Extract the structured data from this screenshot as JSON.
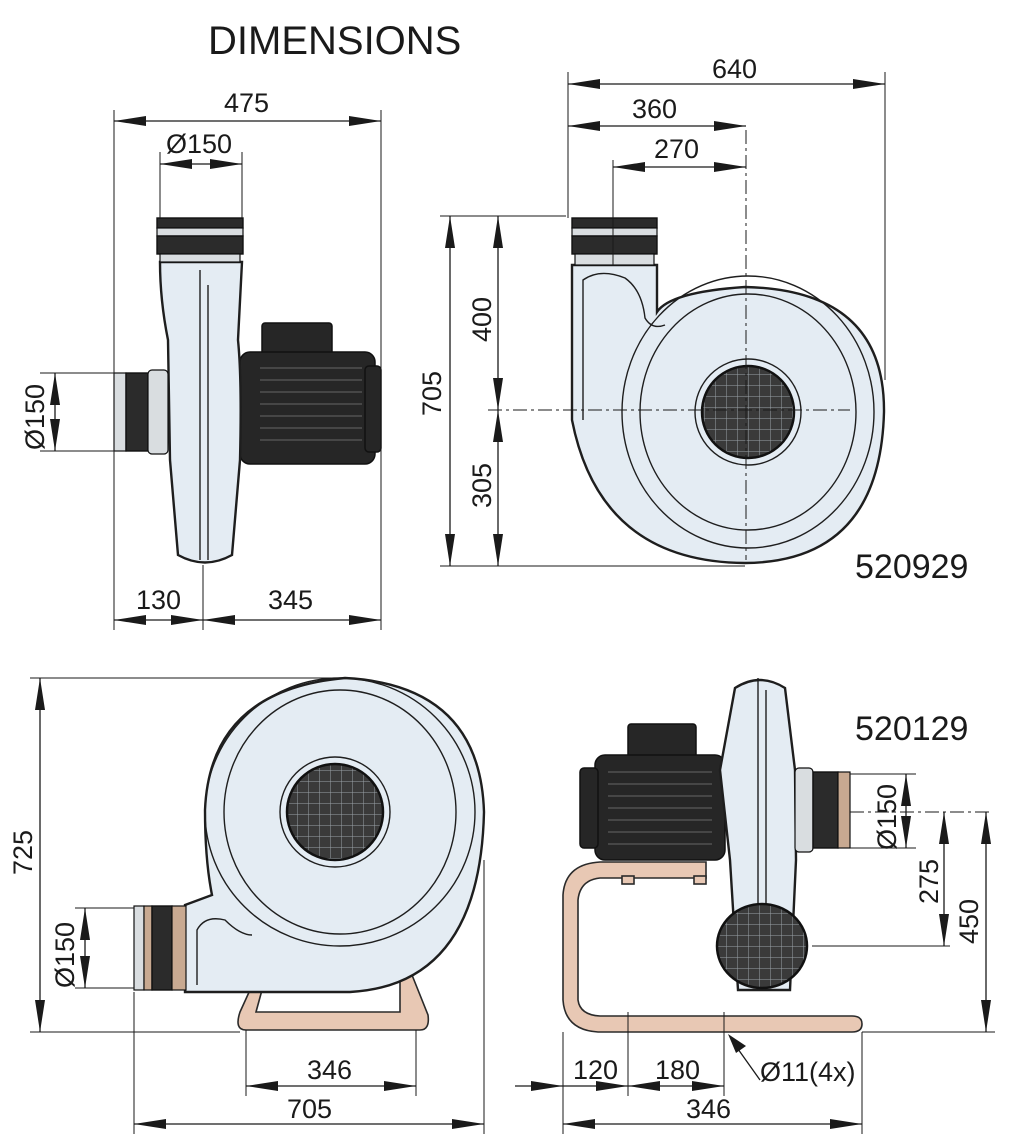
{
  "title": "DIMENSIONS",
  "models": {
    "top": "520929",
    "bottom": "520129"
  },
  "views": {
    "top_left": {
      "overall_width": "475",
      "outlet_diameter": "Ø150",
      "inlet_diameter": "Ø150",
      "left_offset": "130",
      "right_offset": "345"
    },
    "top_right": {
      "overall_width": "640",
      "to_center": "360",
      "outlet_to_center": "270",
      "overall_height": "705",
      "upper_height": "400",
      "lower_height": "305"
    },
    "bottom_left": {
      "overall_height": "725",
      "outlet_diameter": "Ø150",
      "stand_width": "346",
      "overall_length": "705"
    },
    "bottom_right": {
      "inlet_diameter": "Ø150",
      "center_height_a": "275",
      "center_height_b": "450",
      "foot_offset_a": "120",
      "foot_offset_b": "180",
      "hole": "Ø11(4x)",
      "stand_length": "346"
    }
  }
}
